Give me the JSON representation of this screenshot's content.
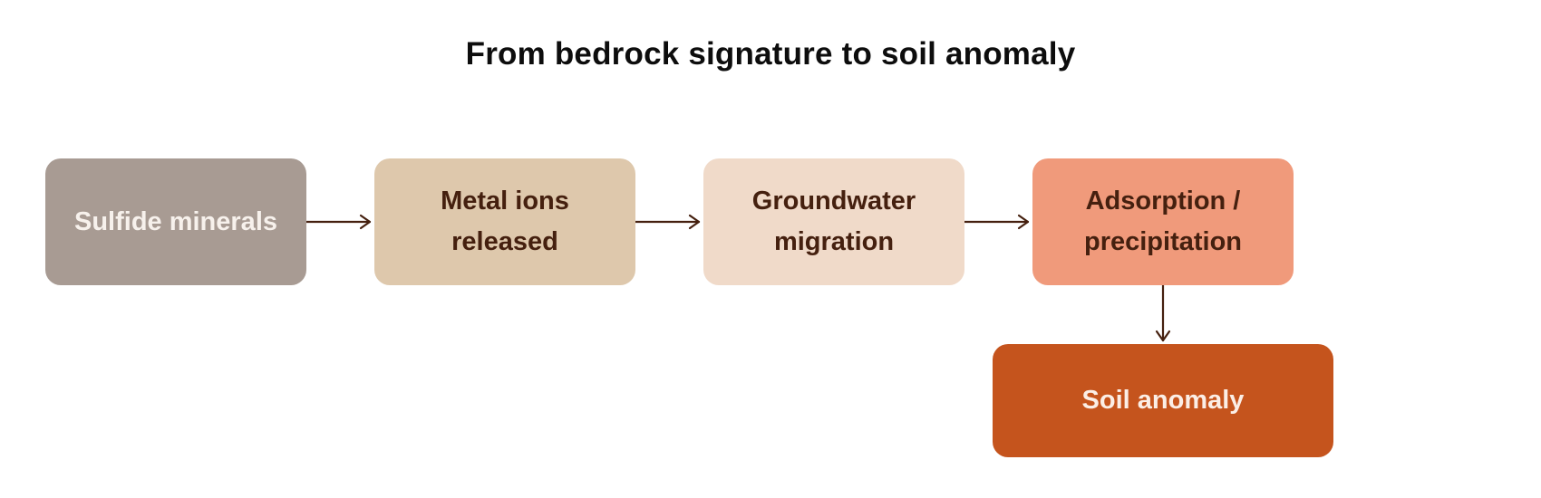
{
  "title": "From bedrock signature to soil anomaly",
  "nodes": [
    {
      "id": "sulfide",
      "label": "Sulfide minerals",
      "fill": "#a89b93",
      "text_color": "#f7f1ec"
    },
    {
      "id": "metal-ions",
      "label": "Metal ions released",
      "fill": "#dec8ac",
      "text_color": "#45200f"
    },
    {
      "id": "groundwater",
      "label": "Groundwater migration",
      "fill": "#f0dac9",
      "text_color": "#45200f"
    },
    {
      "id": "adsorption",
      "label": "Adsorption / precipitation",
      "fill": "#f09a7b",
      "text_color": "#45200f"
    },
    {
      "id": "soil-anomaly",
      "label": "Soil anomaly",
      "fill": "#c5541d",
      "text_color": "#fbeee6"
    }
  ],
  "edges": [
    {
      "from": "sulfide",
      "to": "metal-ions"
    },
    {
      "from": "metal-ions",
      "to": "groundwater"
    },
    {
      "from": "groundwater",
      "to": "adsorption"
    },
    {
      "from": "adsorption",
      "to": "soil-anomaly"
    }
  ],
  "edge_color": "#45200f"
}
